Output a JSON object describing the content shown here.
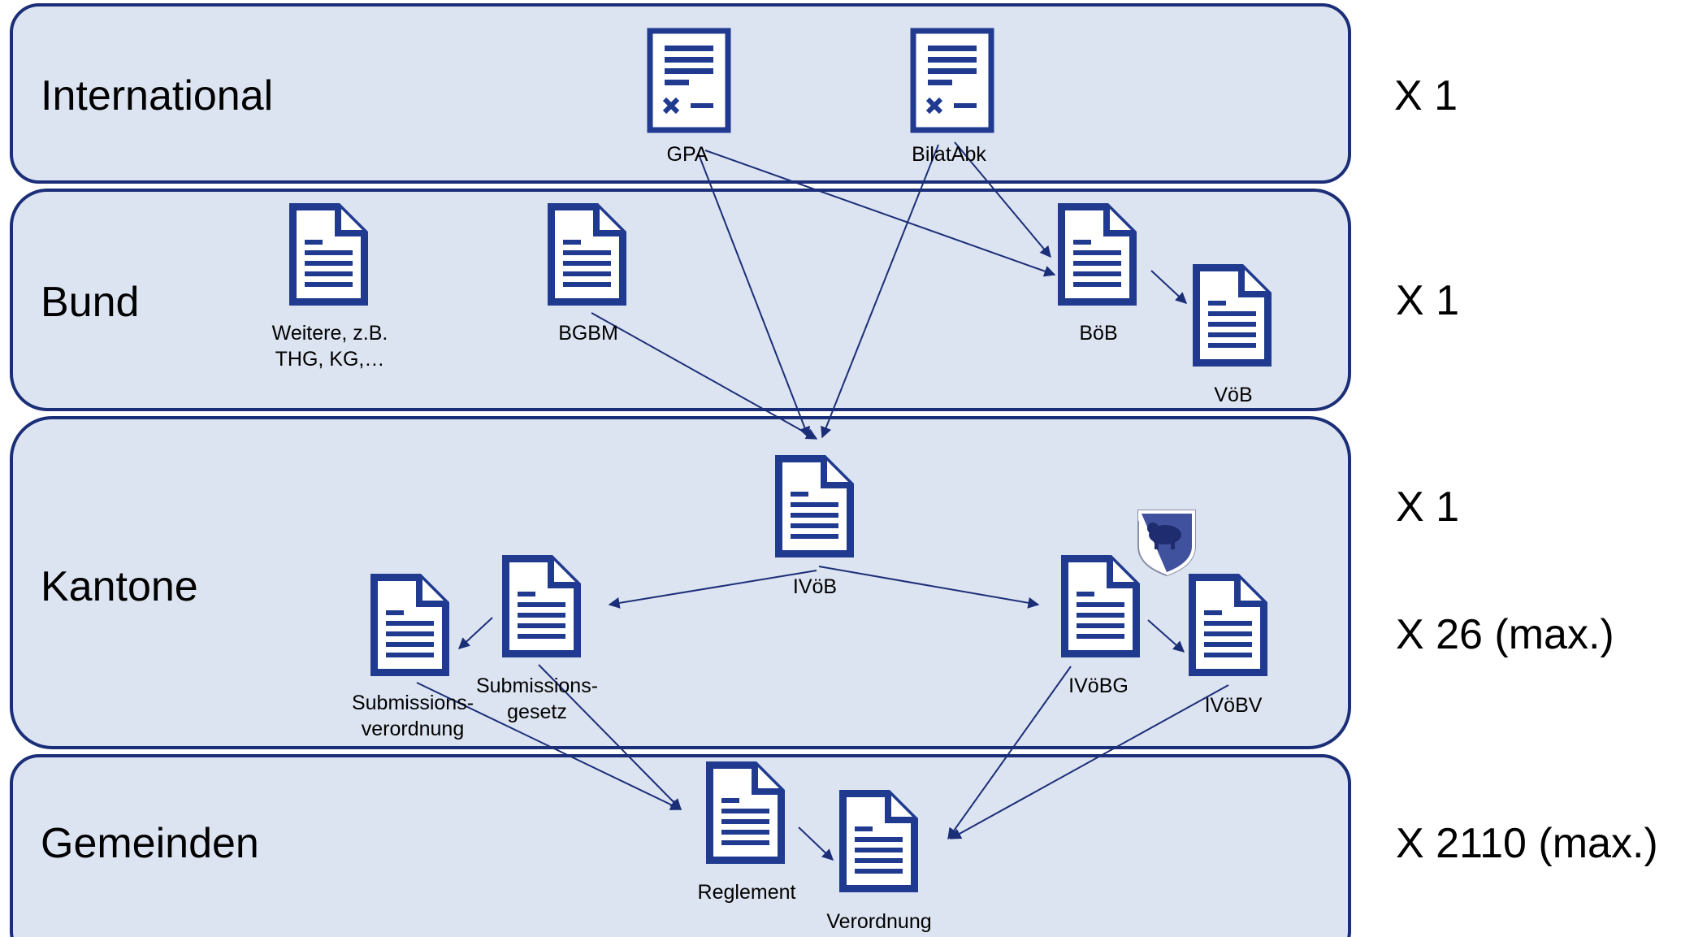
{
  "levels": {
    "international": "International",
    "bund": "Bund",
    "kantone": "Kantone",
    "gemeinden": "Gemeinden"
  },
  "counts": {
    "international": "X 1",
    "bund": "X 1",
    "kantone_1": "X 1",
    "kantone_26": "X 26 (max.)",
    "gemeinden": "X 2110 (max.)"
  },
  "documents": {
    "gpa": "GPA",
    "bilatabk": "BilatAbk",
    "weitere_1": "Weitere, z.B.",
    "weitere_2": "THG, KG,…",
    "bgbm": "BGBM",
    "boeb": "BöB",
    "voeb": "VöB",
    "ivoeb": "IVöB",
    "subv_1": "Submissions-",
    "subv_2": "verordnung",
    "subg_1": "Submissions-",
    "subg_2": "gesetz",
    "ivoebg": "IVöBG",
    "ivoebv": "IVöBV",
    "reglement": "Reglement",
    "verordnung": "Verordnung"
  },
  "icons": {
    "treaty": "treaty-document-icon",
    "document": "document-icon",
    "coat_of_arms": "bern-coat-of-arms-icon"
  },
  "colors": {
    "band_fill": "#dde4f1",
    "band_stroke": "#1b2e78",
    "doc_fill": "#1f3a8f",
    "arrow": "#1b2e78"
  }
}
